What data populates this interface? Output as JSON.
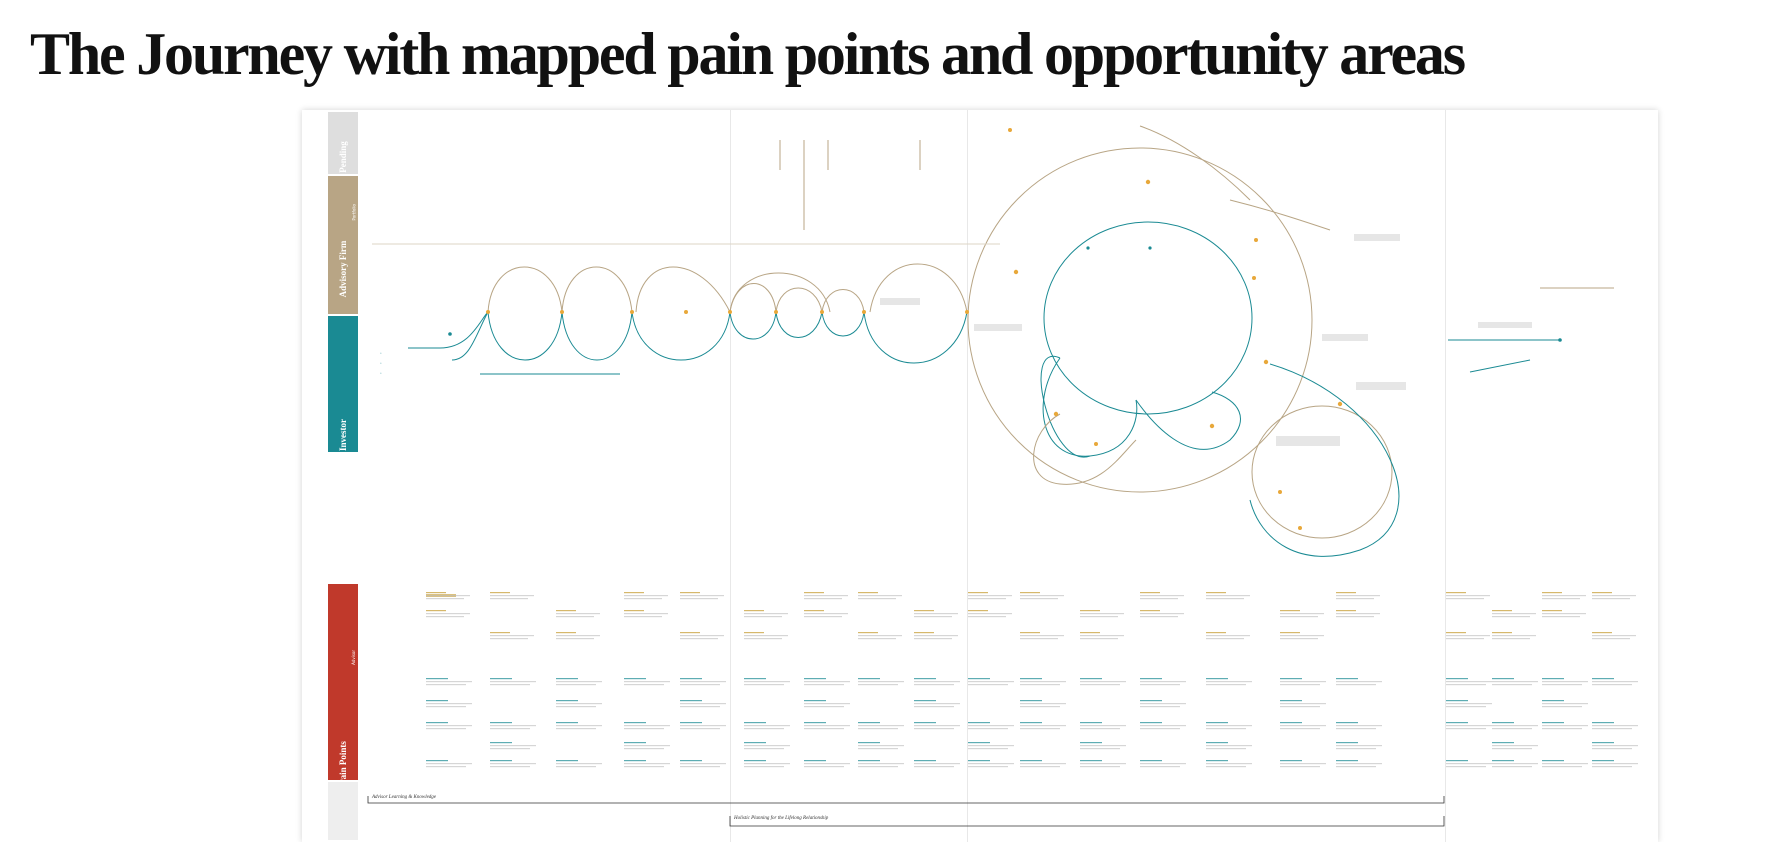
{
  "page": {
    "title": "The Journey with mapped pain points and opportunity areas"
  },
  "lanes": [
    {
      "label": "Pending",
      "sub": "",
      "color": "#dedede"
    },
    {
      "label": "Advisory Firm",
      "sub": "Portfolio",
      "color": "#b8a585"
    },
    {
      "label": "Investor",
      "sub": "",
      "color": "#1a8a93"
    },
    {
      "label": "Pain Points",
      "sub": "Advisor",
      "color": "#c0392b"
    }
  ],
  "bars": {
    "advisor_learning": "Advisor Learning & Knowledge",
    "holistic_planning": "Holistic Planning for the Lifelong Relationship"
  },
  "colors": {
    "investor_teal": "#1a8a93",
    "advisor_gold": "#b8a585",
    "pain_red": "#c0392b",
    "accent_orange": "#e8a83a"
  }
}
